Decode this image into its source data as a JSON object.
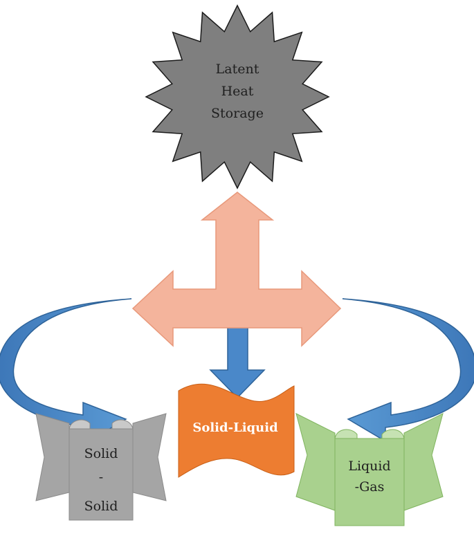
{
  "diagram": {
    "center": {
      "lines": [
        "Latent",
        "Heat",
        "Storage"
      ]
    },
    "solid_solid": {
      "lines": [
        "Solid",
        "-",
        "Solid"
      ]
    },
    "solid_liquid": {
      "label": "Solid-Liquid"
    },
    "liquid_gas": {
      "lines": [
        "Liquid",
        "-Gas"
      ]
    }
  },
  "colors": {
    "star_fill": "#7f7f7f",
    "star_stroke": "#1a1a1a",
    "cross_arrow": "#f4b49c",
    "curved_arrow": "#4a88c9",
    "curved_arrow_dark": "#2e6399",
    "solid_solid": "#a5a5a5",
    "solid_liquid": "#ed7d31",
    "liquid_gas": "#a9d18e"
  },
  "icons": [
    "star-shape",
    "four-way-arrow",
    "curved-arrow-left",
    "curved-arrow-right",
    "down-arrow",
    "scroll-shape",
    "wave-shape"
  ]
}
